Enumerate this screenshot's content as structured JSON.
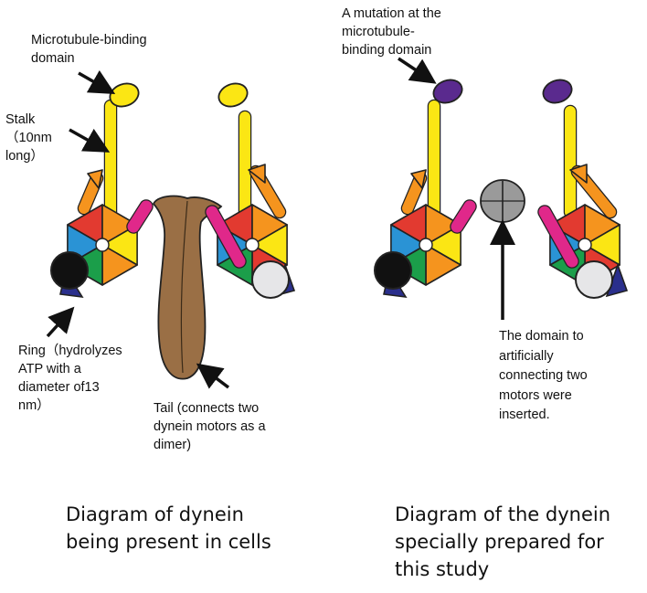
{
  "left_panel": {
    "labels": {
      "mtbd": [
        "Microtubule-binding",
        "domain"
      ],
      "stalk": [
        "Stalk",
        "（10nm",
        "long）"
      ],
      "ring": [
        "Ring（hydrolyzes",
        "ATP with a",
        "diameter of13",
        "nm）"
      ],
      "tail": [
        "Tail (connects two",
        "dynein motors as a",
        "dimer)"
      ]
    },
    "caption": [
      "Diagram of dynein",
      "being present in cells"
    ]
  },
  "right_panel": {
    "labels": {
      "mutation": [
        "A mutation at the",
        "microtubule-",
        "binding domain"
      ],
      "linker": [
        "The domain to",
        "artificially",
        "connecting two",
        "motors were",
        "inserted."
      ]
    },
    "caption": [
      "Diagram of the dynein",
      "specially prepared for",
      "this study"
    ]
  },
  "colors": {
    "red": "#e23a30",
    "orange": "#f5941e",
    "yellow": "#fbe614",
    "green": "#1b9e4a",
    "blue": "#2a93d5",
    "navy": "#2a2f8c",
    "magenta": "#e0288a",
    "tail_brown": "#9a6f45",
    "mtbd_normal": "#fbe614",
    "mtbd_mutant": "#5a2a8e",
    "linker_gray": "#9a9a9a"
  }
}
